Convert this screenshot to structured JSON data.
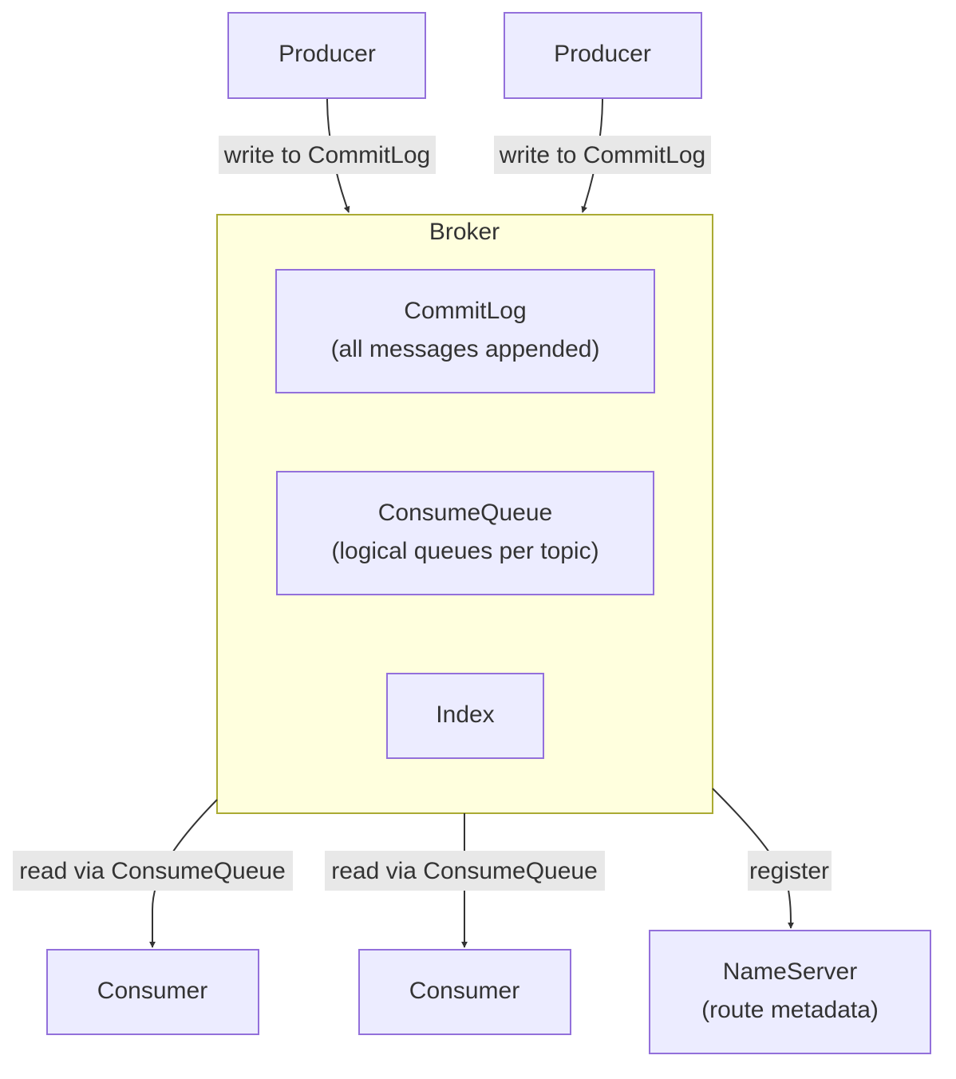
{
  "colors": {
    "node_fill": "#ECECFF",
    "node_stroke": "#9370DB",
    "cluster_fill": "#FFFFDE",
    "cluster_stroke": "#AAAA33",
    "edge_stroke": "#333333",
    "edge_label_bg": "#E8E8E8",
    "text": "#333333"
  },
  "nodes": {
    "producer_1": "Producer",
    "producer_2": "Producer",
    "broker": "Broker",
    "commitlog": {
      "line1": "CommitLog",
      "line2": "(all messages appended)"
    },
    "consumequeue": {
      "line1": "ConsumeQueue",
      "line2": "(logical queues per topic)"
    },
    "index": "Index",
    "consumer_1": "Consumer",
    "consumer_2": "Consumer",
    "nameserver": {
      "line1": "NameServer",
      "line2": "(route metadata)"
    }
  },
  "edges": {
    "producer_1_to_broker": "write to CommitLog",
    "producer_2_to_broker": "write to CommitLog",
    "broker_to_consumer_1": "read via ConsumeQueue",
    "broker_to_consumer_2": "read via ConsumeQueue",
    "broker_to_nameserver": "register"
  }
}
